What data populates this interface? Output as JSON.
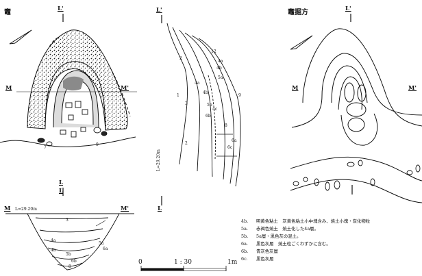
{
  "panels": {
    "kamado": {
      "title": "竈",
      "label_m": "M",
      "label_m_prime": "M'",
      "label_l": "L",
      "label_l_prime": "L'",
      "layer_numbers": [
        "7",
        "9"
      ]
    },
    "kamado_kussakugata": {
      "title": "竈掘方",
      "label_m": "M",
      "label_m_prime": "M'",
      "label_l_prime": "L'"
    },
    "section_lm": {
      "label_l_prime": "L'",
      "label_l": "L",
      "elevation": "L=29.20m",
      "layer_numbers": [
        "1",
        "2",
        "3",
        "2",
        "4a",
        "4b",
        "5b",
        "6b",
        "6c",
        "12",
        "4b",
        "5a",
        "9",
        "8",
        "4a",
        "4c",
        "6a"
      ]
    },
    "section_mm": {
      "label_m": "M",
      "label_m_prime": "M'",
      "elevation": "L=29.20m",
      "label_l": "L",
      "layer_numbers": [
        "3",
        "4a",
        "4b",
        "5a",
        "5b",
        "6a",
        "6b",
        "8"
      ]
    }
  },
  "scale_bar": {
    "start": "0",
    "mid": "1 : 30",
    "end": "1m"
  },
  "legend": [
    {
      "code": "4b.",
      "text": "明黄色粘土　灰黄色粘土小中塊含み、焼土小塊・炭化物粒"
    },
    {
      "code": "5a.",
      "text": "赤褐色焼土　焼土化した4a層。"
    },
    {
      "code": "5b.",
      "text": "5a層・黒色灰の混土。"
    },
    {
      "code": "6a.",
      "text": "黒色灰層　焼土粒ごくわずかに含む。"
    },
    {
      "code": "6b.",
      "text": "青灰色灰層"
    },
    {
      "code": "6c.",
      "text": "黒色灰層"
    }
  ],
  "colors": {
    "ink": "#111111",
    "hatch_gray": "#8a8a8a",
    "bg": "#ffffff"
  }
}
